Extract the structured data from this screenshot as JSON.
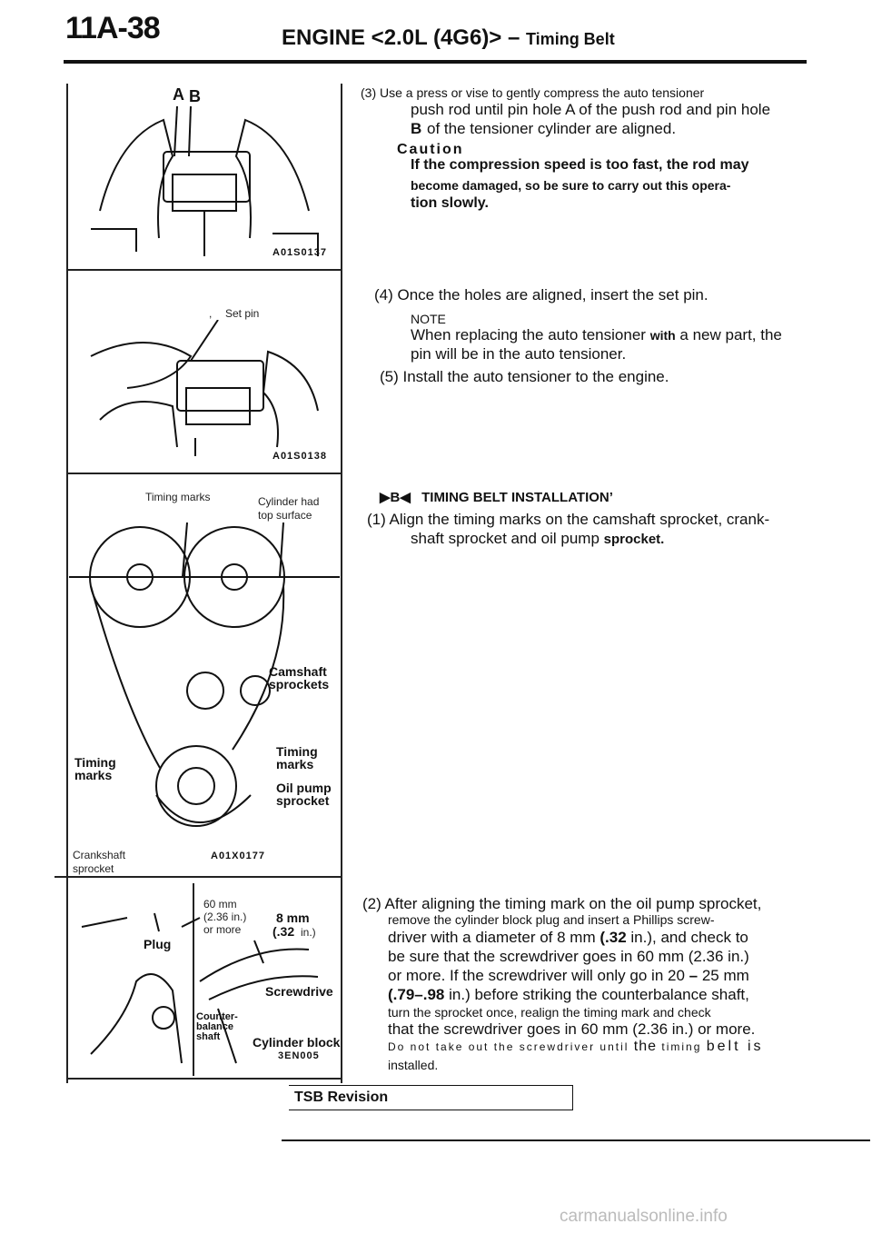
{
  "header": {
    "page_number": "11A-38",
    "title": "ENGINE <2.0L (4G6)> –",
    "subtitle": "Timing Belt"
  },
  "figures": {
    "fig1": {
      "labels": [
        "A",
        "B"
      ],
      "code": "A01S0137"
    },
    "fig2": {
      "label": "Set pin",
      "comma": ",",
      "code": "A01S0138"
    },
    "fig3": {
      "timing_marks_top": "Timing marks",
      "cylinder_head": "Cylinder had",
      "top_surface": "top surface",
      "camshaft_sprockets": [
        "Camshaft",
        "sprockets"
      ],
      "timing_marks_right": [
        "Timing",
        "marks"
      ],
      "oil_pump_sprocket": [
        "Oil pump",
        "sprocket"
      ],
      "timing_marks_left": [
        "Timing",
        "marks"
      ],
      "crankshaft": [
        "Crankshaft",
        "sprocket"
      ],
      "code": "A01X0177"
    },
    "fig4": {
      "dim1": [
        "60 mm",
        "(2.36 in.)",
        "or more"
      ],
      "dim2": [
        "8 mm",
        "(.32",
        "in.)"
      ],
      "plug": "Plug",
      "screwdriver": "Screwdrive",
      "counterbalance": [
        "Counter-",
        "balance",
        "shaft"
      ],
      "cylinder_block": "Cylinder block",
      "code": "3EN005"
    }
  },
  "text": {
    "step3_line1": "(3) Use a press or vise to gently compress the auto tensioner",
    "step3_line2": "push rod until pin hole A of the push rod and pin hole",
    "step3_line3_b": "B",
    "step3_line3": "of the tensioner cylinder are aligned.",
    "caution_title": "Caution",
    "caution_l1": "If the compression speed is too fast, the rod may",
    "caution_l2": "become damaged, so be sure to carry out this opera-",
    "caution_l3": "tion slowly.",
    "step4": "(4) Once the holes are aligned, insert the set pin.",
    "note_title": "NOTE",
    "note_l1a": "When replacing the auto tensioner",
    "note_l1_with": "with",
    "note_l1b": "a new part, the",
    "note_l2": "pin will be in the auto tensioner.",
    "step5": "(5) Install the auto tensioner to the engine.",
    "section_marker": "B",
    "section_title": "TIMING BELT INSTALLATION’",
    "tb1_l1": "(1) Align the timing marks on the camshaft sprocket, crank-",
    "tb1_l2a": "shaft sprocket and oil pump",
    "tb1_l2b": "sprocket.",
    "tb2_l1": "(2) After aligning the timing mark on the oil pump sprocket,",
    "tb2_l2": "remove the cylinder block plug and insert a Phillips screw-",
    "tb2_l3a": "driver with a diameter of 8 mm",
    "tb2_l3b": "(.32",
    "tb2_l3c": "in.), and check to",
    "tb2_l4": "be sure that the screwdriver goes in 60 mm (2.36 in.)",
    "tb2_l5a": "or more. If the screwdriver will only go in 20",
    "tb2_l5b": "–",
    "tb2_l5c": "25 mm",
    "tb2_l6a": "(.79–.98",
    "tb2_l6b": "in.) before striking the counterbalance shaft,",
    "tb2_l7": "turn the sprocket once, realign the timing mark and check",
    "tb2_l8": "that the screwdriver goes in 60 mm (2.36 in.) or more.",
    "tb2_l9a": "Do not take out the screwdriver until",
    "tb2_l9b": "the",
    "tb2_l9c": "timing",
    "tb2_l9d": "belt is",
    "tb2_l10": "installed."
  },
  "tsb": "TSB Revision",
  "footer": "carmanualsonline.info"
}
